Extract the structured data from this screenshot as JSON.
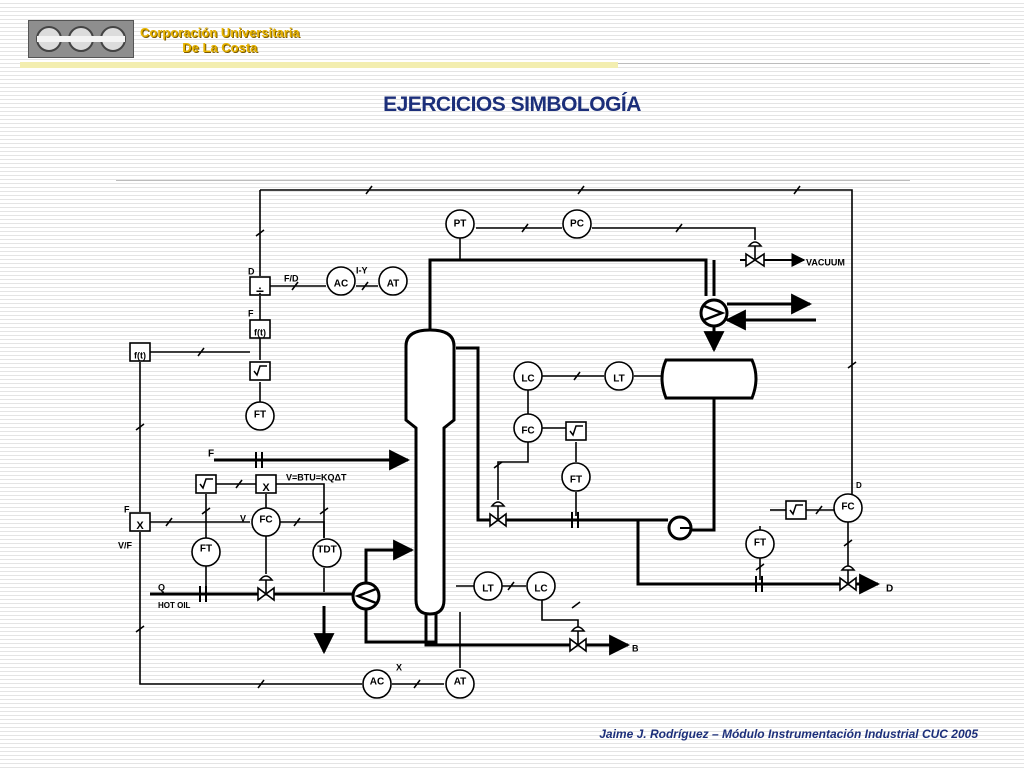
{
  "header": {
    "institution_line1": "Corporación  Universitaria",
    "institution_line2": "De  La  Costa",
    "title": "EJERCICIOS SIMBOLOGÍA"
  },
  "footer": {
    "text": "Jaime J. Rodríguez – Módulo Instrumentación Industrial  CUC 2005"
  },
  "diagram": {
    "instruments": {
      "pt": "PT",
      "pc": "PC",
      "ac_top": "AC",
      "at_top": "AT",
      "ft_left": "FT",
      "lc_mid": "LC",
      "lt_mid": "LT",
      "fc_mid": "FC",
      "ft_mid": "FT",
      "fc_vap": "FC",
      "ft_vap": "FT",
      "tdt": "TDT",
      "fc_right": "FC",
      "ft_right": "FT",
      "lt_bot": "LT",
      "lc_bot": "LC",
      "ac_bot": "AC",
      "at_bot": "AT"
    },
    "function_blocks": {
      "divide": "÷",
      "ft_func_top": "f(t)",
      "ft_func_left": "f(t)",
      "x_mid": "X",
      "x_left": "X"
    },
    "labels": {
      "vacuum": "VACUUM",
      "d_out": "D",
      "b_out": "B",
      "q": "Q",
      "hot_oil": "HOT OIL",
      "f_feed": "F",
      "btu": "V=BTU=KQΔT",
      "v": "V",
      "vf": "V/F",
      "f_left": "F",
      "d_top": "D",
      "f_top": "F",
      "fd": "F/D",
      "iy": "I-Y",
      "x_bot": "X",
      "d_right": "D"
    }
  }
}
